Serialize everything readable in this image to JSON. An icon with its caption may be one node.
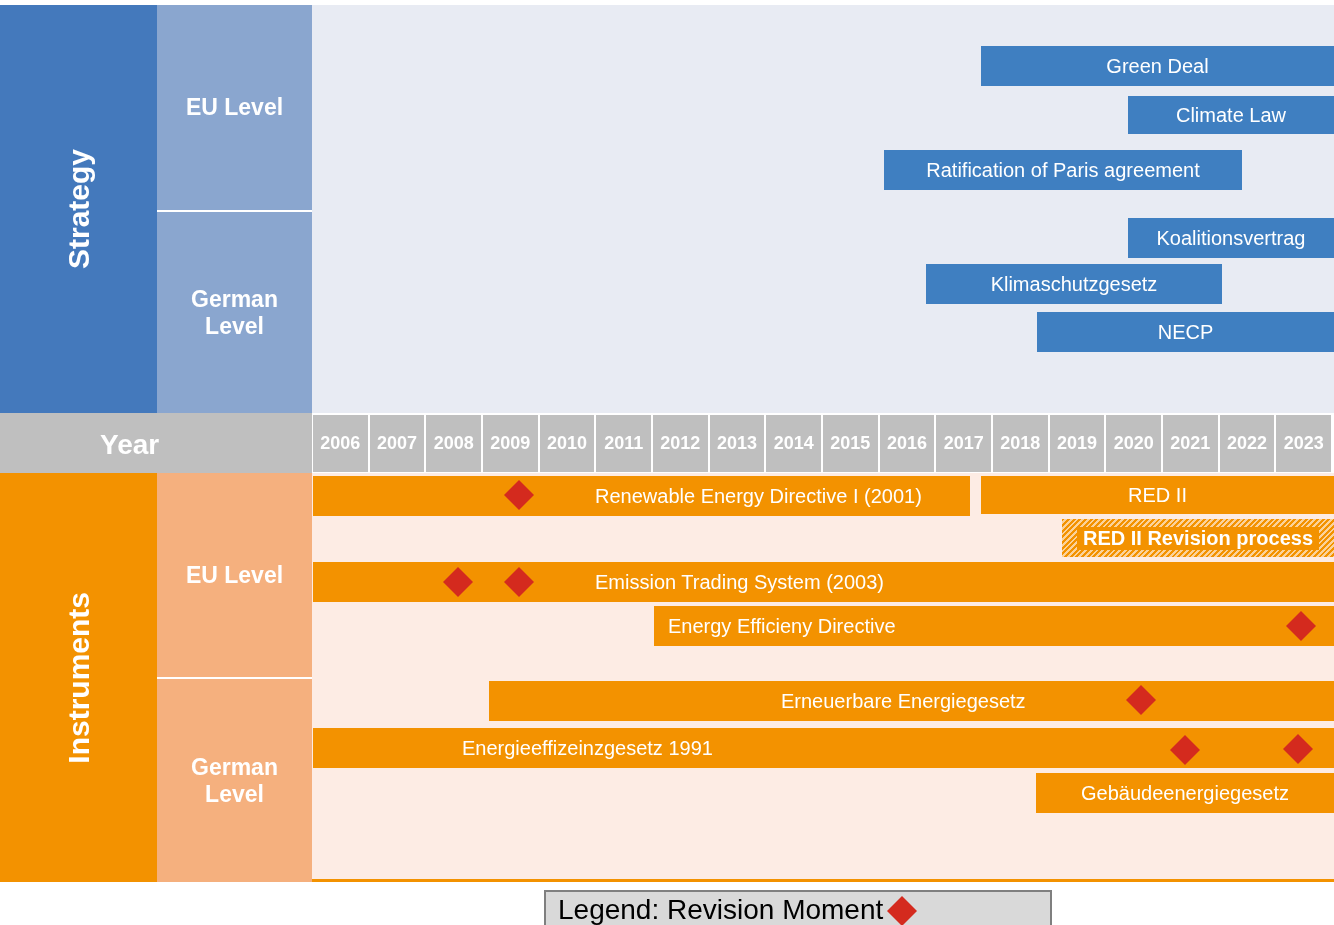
{
  "diagram": {
    "nodes": [
      {
        "text": [
          "Strategy"
        ]
      },
      {
        "text": [
          "EU Level"
        ]
      },
      {
        "text": [
          "German Level"
        ]
      },
      {
        "text": [
          "Green Deal"
        ]
      },
      {
        "text": [
          "Climate Law"
        ]
      },
      {
        "text": [
          "Ratification of Paris agreement"
        ]
      },
      {
        "text": [
          "Koalitionsvertrag"
        ]
      },
      {
        "text": [
          "Klimaschutzgesetz"
        ]
      },
      {
        "text": [
          "NECP"
        ]
      },
      {
        "text": [
          "Instruments"
        ]
      },
      {
        "text": [
          "EU Level"
        ]
      },
      {
        "text": [
          "German Level"
        ]
      },
      {
        "text": [
          "Renewable Energy Directive I (2001)"
        ]
      },
      {
        "text": [],
        "shape": "diamond",
        "in": 12
      },
      {
        "text": [
          "RED II"
        ]
      },
      {
        "text": [
          "RED II Revision process"
        ]
      },
      {
        "text": [
          "Emission Trading System (2003)"
        ]
      },
      {
        "text": [],
        "shape": "diamond",
        "in": 16
      },
      {
        "text": [],
        "shape": "diamond",
        "in": 16
      },
      {
        "text": [
          "Energy Efficieny Directive"
        ]
      },
      {
        "text": [],
        "shape": "diamond",
        "in": 19
      },
      {
        "text": [
          "Erneuerbare Energiegesetz"
        ]
      },
      {
        "text": [],
        "shape": "diamond",
        "in": 21
      },
      {
        "text": [
          "Energieeffizeinzgesetz 1991"
        ]
      },
      {
        "text": [],
        "shape": "diamond",
        "in": 23
      },
      {
        "text": [],
        "shape": "diamond",
        "in": 23
      },
      {
        "text": [
          "Gebäudeenergiegesetz"
        ]
      }
    ],
    "edges": [],
    "labels": [
      "Year",
      "2006",
      "2007",
      "2008",
      "2009",
      "2010",
      "2011",
      "2012",
      "2013",
      "2014",
      "2015",
      "2016",
      "2017",
      "2018",
      "2019",
      "2020",
      "2021",
      "2022",
      "2023"
    ],
    "legend": [
      {
        "text": "Legend: Revision Moment"
      }
    ]
  }
}
